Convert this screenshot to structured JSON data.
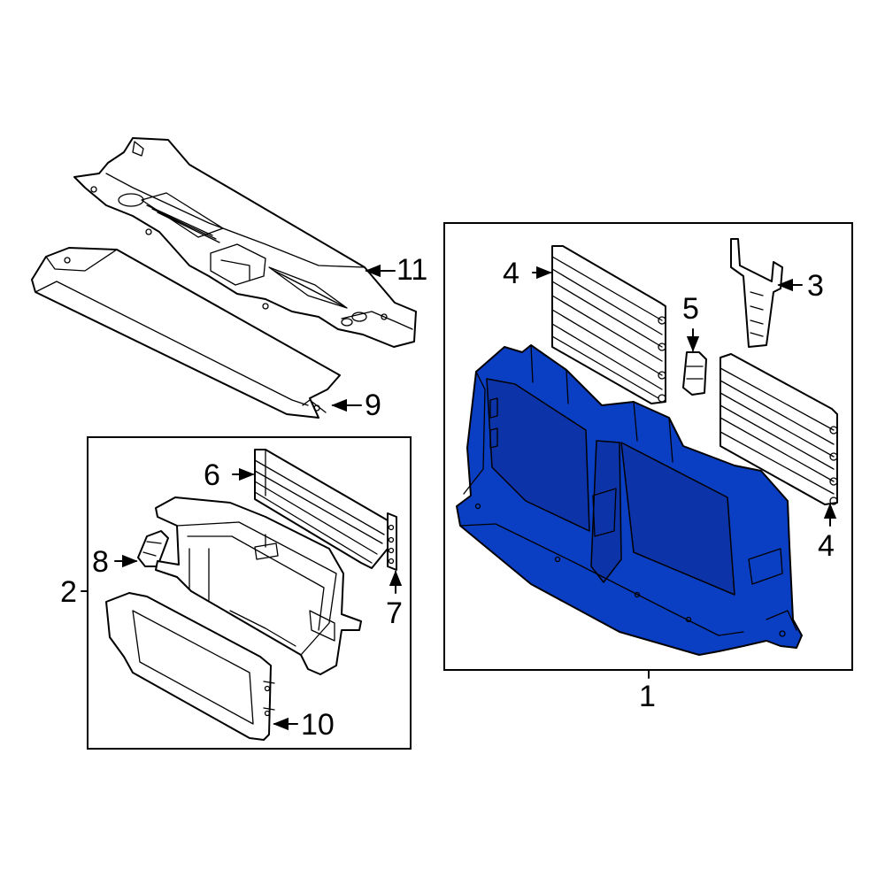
{
  "diagram": {
    "accent_color": "#0a3fc4",
    "callouts": {
      "c1": "1",
      "c2": "2",
      "c3": "3",
      "c4_top": "4",
      "c4_bottom": "4",
      "c5": "5",
      "c6": "6",
      "c7": "7",
      "c8": "8",
      "c9": "9",
      "c10": "10",
      "c11": "11"
    }
  }
}
